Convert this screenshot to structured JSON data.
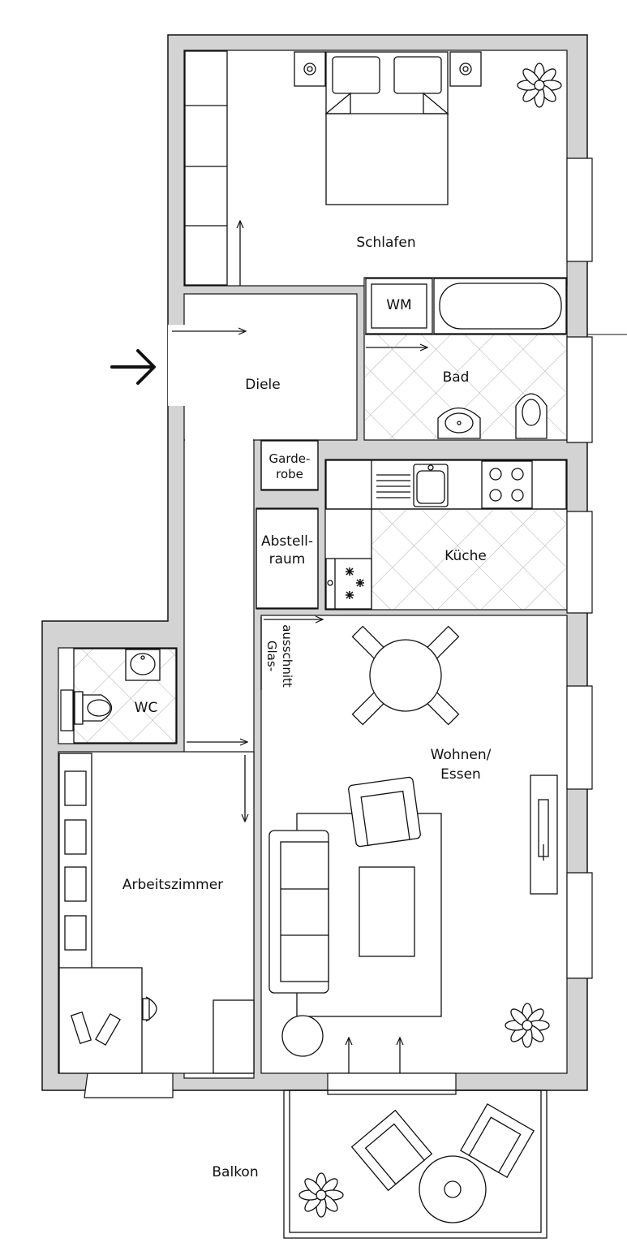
{
  "rooms": {
    "schlafen": "Schlafen",
    "diele": "Diele",
    "wm": "WM",
    "bad": "Bad",
    "garderobe_1": "Garde-",
    "garderobe_2": "robe",
    "abstell_1": "Abstell-",
    "abstell_2": "raum",
    "kueche": "Küche",
    "glas_1": "Glas-",
    "glas_2": "ausschnitt",
    "wc": "WC",
    "wohnen_1": "Wohnen/",
    "wohnen_2": "Essen",
    "arbeitszimmer": "Arbeitszimmer",
    "balkon": "Balkon"
  },
  "colors": {
    "wall": "#d3d3d3",
    "line": "#111111",
    "background": "#ffffff"
  },
  "icons": {
    "entrance": "entrance-arrow-icon",
    "plant": "plant-icon"
  }
}
